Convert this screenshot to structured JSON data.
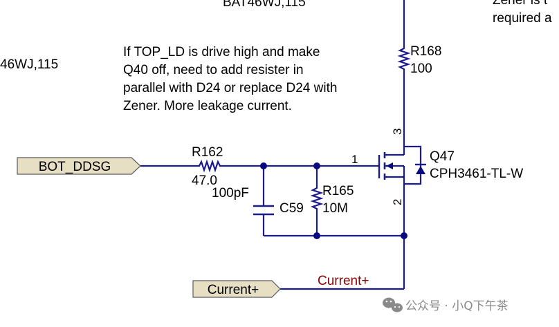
{
  "colors": {
    "wire": "#1a1a8c",
    "junction": "#0a0a80",
    "text": "#000000",
    "net_label": "#8b0000",
    "port_fill": "#e6dfc4",
    "port_stroke": "#5a5a5a",
    "watermark": "#8a8a8a"
  },
  "top_cut_text": {
    "left_part": "BAT46WJ,115",
    "left_edge_part": "46WJ,115",
    "right_line1": "Zener is t",
    "right_line2": "required a"
  },
  "note": {
    "line1": "If TOP_LD is drive high and make",
    "line2": "Q40 off, need to add resister in",
    "line3": "parallel with D24 or replace D24 with",
    "line4": "Zener. More leakage current."
  },
  "components": {
    "r168": {
      "ref": "R168",
      "value": "100"
    },
    "r162": {
      "ref": "R162",
      "value": "47.0"
    },
    "r165": {
      "ref": "R165",
      "value": "10M"
    },
    "c59": {
      "ref": "C59",
      "value": "100pF"
    },
    "q47": {
      "ref": "Q47",
      "part": "CPH3461-TL-W",
      "pin_gate": "1",
      "pin_drain": "3",
      "pin_source": "2"
    }
  },
  "ports": {
    "bot_ddsg": "BOT_DDSG",
    "current_plus": "Current+"
  },
  "net_labels": {
    "current_plus": "Current+"
  },
  "watermark": {
    "icon": "wechat-icon",
    "text": "公众号 · 小Q下午茶"
  }
}
